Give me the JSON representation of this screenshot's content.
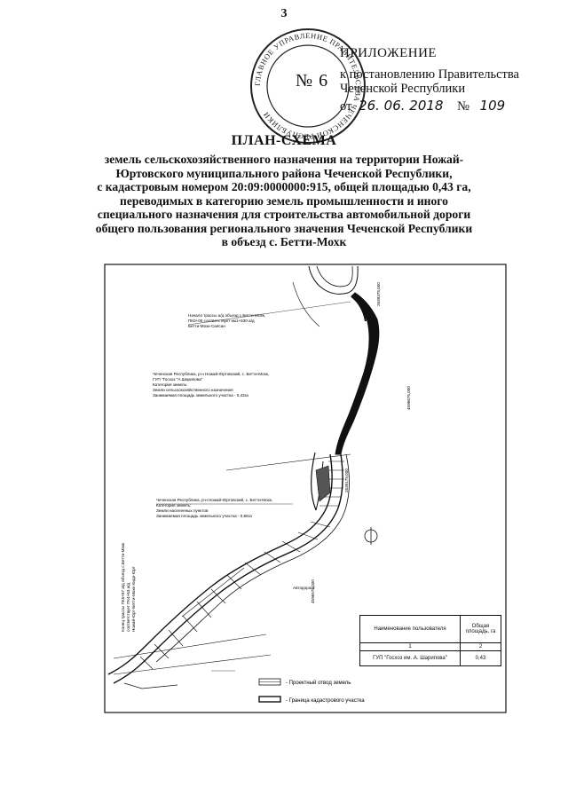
{
  "page_number": "3",
  "stamp": {
    "number": "№ 6",
    "ring_text": "ГЛАВНОЕ УПРАВЛЕНИЕ ПРАВИТЕЛЬСТВА ЧЕЧЕНСКОЙ РЕСПУБЛИКИ"
  },
  "appendix": {
    "title": "ПРИЛОЖЕНИЕ",
    "line1": "к постановлению Правительства",
    "line2": "Чеченской Республики",
    "date_prefix": "от",
    "date": "26. 06. 2018",
    "number_prefix": "№",
    "number": "109"
  },
  "heading": {
    "title": "ПЛАН-СХЕМА",
    "lines": [
      "земель сельскохозяйственного назначения на территории Ножай-",
      "Юртовского муниципального района Чеченской Республики,",
      "с кадастровым номером 20:09:0000000:915, общей площадью 0,43 га,",
      "переводимых в категорию земель промышленности и иного",
      "специального назначения для строительства автомобильной дороги",
      "общего пользования регионального значения Чеченской Республики",
      "в объезд с. Бетти-Мохк"
    ]
  },
  "map": {
    "start_label": [
      "Начало трассы а/д объезд с.Бетти-Мохк,",
      "ПК0+00 соответствует км1+630 а/д",
      "Бетти-Мохк-Саясан"
    ],
    "parcel_label_1": [
      "Чеченская Республика, р-н Ножай-Юртовский, с. Бетти-Мохк,",
      "ГУП \"Госхоз \"А.Шарипова\"",
      "Категория земель:",
      "Земли сельскохозяйственного назначения",
      "Занимаемая площадь земельного участка - 0,43га"
    ],
    "parcel_label_2": [
      "Чеченская Республика, р-н Ножай-Юртовский, с. Бетти-Мохк,",
      "Категория земель:",
      "Земли населенных пунктов",
      "Занимаемая площадь земельного участка - 0,66га"
    ],
    "side_label": [
      "Конец трассы ПК5+87 а/д объезд с.Бетти-Мохк",
      "соответствует ПК4+63 а/д",
      "Ножай-Юрт-Бетти-Мохк-Хиди-Юрт"
    ],
    "small_label": "Автодорога",
    "coord_labels": [
      "2639375,000",
      "4596675,000",
      "2639175,000",
      "4596575,000"
    ]
  },
  "table": {
    "headers": [
      "Наименование пользователя",
      "Общая площадь, га"
    ],
    "index_row": [
      "1",
      "2"
    ],
    "rows": [
      [
        "ГУП \"Госхоз им. А. Шарипова\"",
        "0,43"
      ]
    ]
  },
  "legend": [
    {
      "label": "- Проектный отвод земель"
    },
    {
      "label": "- Граница кадастрового участка"
    }
  ]
}
